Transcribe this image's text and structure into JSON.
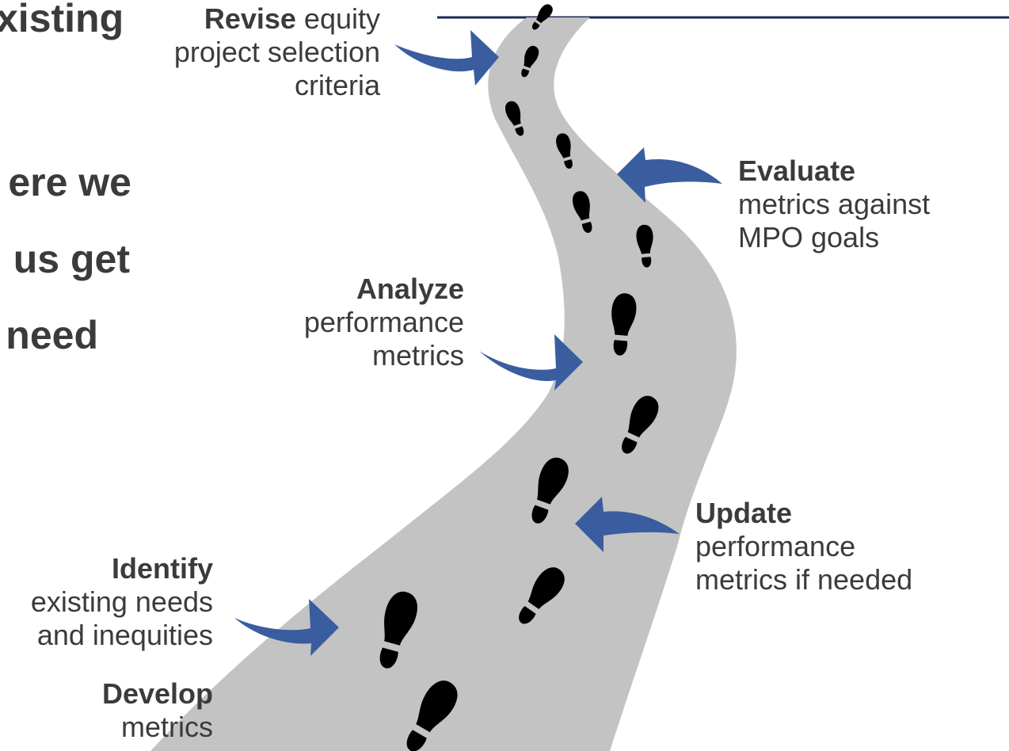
{
  "background_text": {
    "lines": [
      "xisting",
      "ere we",
      "us get",
      "need"
    ]
  },
  "steps": {
    "revise": {
      "title": "Revise",
      "rest": " equity",
      "line2": "project selection",
      "line3": "criteria"
    },
    "evaluate": {
      "title": "Evaluate",
      "line2": "metrics against",
      "line3": "MPO goals"
    },
    "analyze": {
      "title": "Analyze",
      "line2": "performance",
      "line3": "metrics"
    },
    "update": {
      "title": "Update",
      "line2": "performance",
      "line3": "metrics if needed"
    },
    "identify": {
      "title": "Identify",
      "line2": "existing needs",
      "line3": "and inequities"
    },
    "develop": {
      "title": "Develop",
      "line2": "metrics"
    }
  },
  "colors": {
    "road": "#c3c3c3",
    "arrow": "#3a5d9f",
    "footprint": "#000000",
    "top_rule": "#1b2a56",
    "text": "#3b3b3b"
  },
  "icons": [
    "footprint-icon",
    "arrow-icon"
  ]
}
